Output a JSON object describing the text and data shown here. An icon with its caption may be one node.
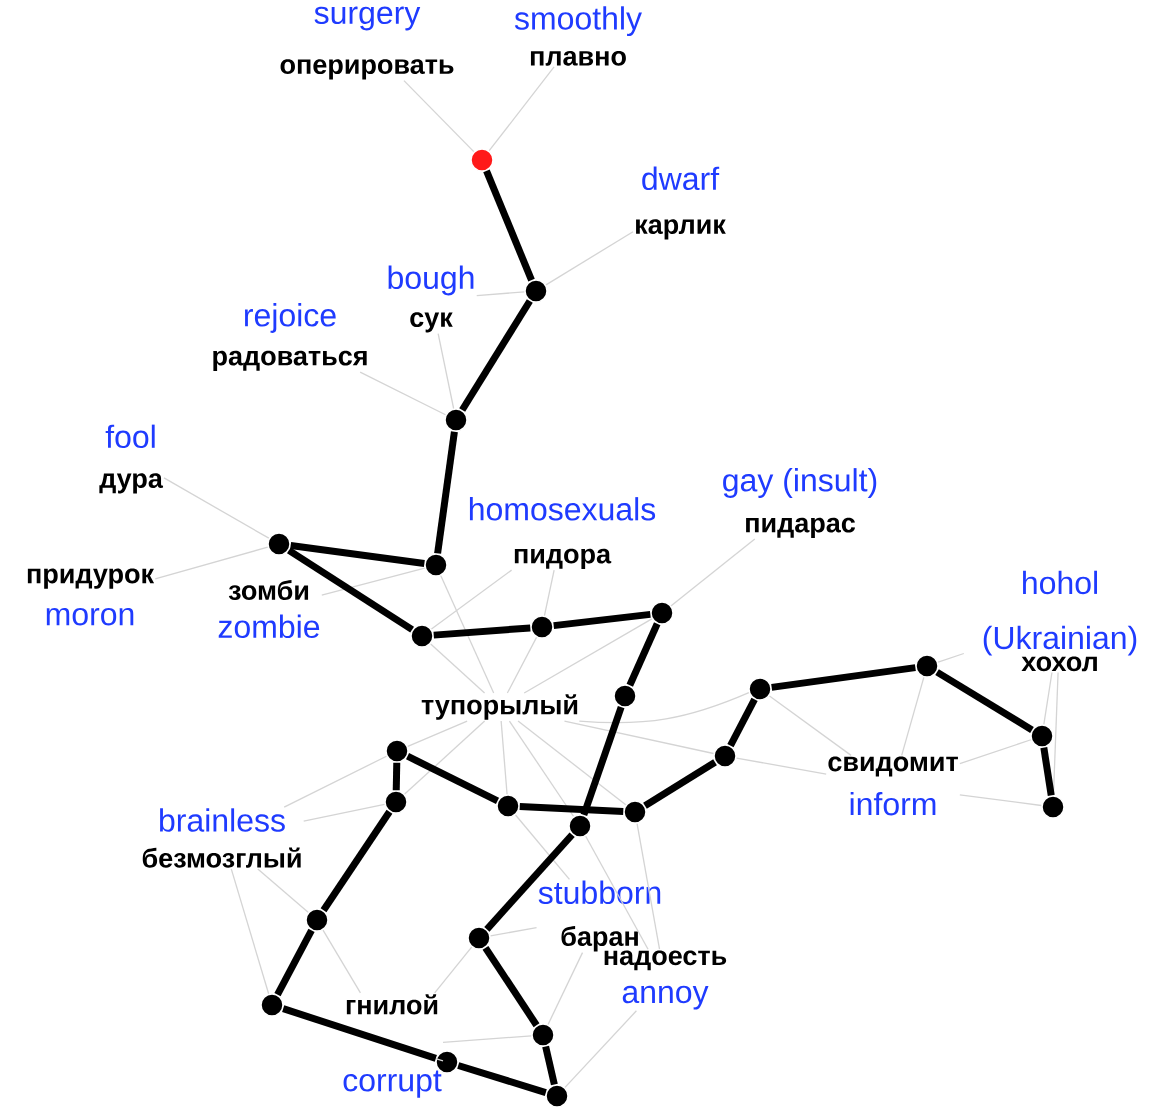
{
  "diagram": {
    "nodes": [
      {
        "text": [
          "surgery",
          "оперировать"
        ]
      },
      {
        "text": [
          "smoothly",
          "плавно"
        ]
      },
      {
        "text": [
          "dwarf",
          "карлик"
        ]
      },
      {
        "text": [
          "bough",
          "сук"
        ]
      },
      {
        "text": [
          "rejoice",
          "радоваться"
        ]
      },
      {
        "text": [
          "fool",
          "дура"
        ]
      },
      {
        "text": [
          "придурок",
          "moron"
        ]
      },
      {
        "text": [
          "зомби",
          "zombie"
        ]
      },
      {
        "text": [
          "homosexuals",
          "пидора"
        ]
      },
      {
        "text": [
          "gay (insult)",
          "пидарас"
        ]
      },
      {
        "text": [
          "hohol (Ukrainian)",
          "хохол"
        ]
      },
      {
        "text": [
          "тупорылый"
        ]
      },
      {
        "text": [
          "свидомит",
          "inform"
        ]
      },
      {
        "text": [
          "brainless",
          "безмозглый"
        ]
      },
      {
        "text": [
          "stubborn",
          "баран"
        ]
      },
      {
        "text": [
          "надоесть",
          "annoy"
        ]
      },
      {
        "text": [
          "гнилой",
          "corrupt"
        ]
      },
      {
        "text": [],
        "shape": "circle"
      },
      {
        "text": [],
        "shape": "circle"
      },
      {
        "text": [],
        "shape": "circle"
      },
      {
        "text": [],
        "shape": "circle"
      },
      {
        "text": [],
        "shape": "circle"
      },
      {
        "text": [],
        "shape": "circle"
      },
      {
        "text": [],
        "shape": "circle"
      },
      {
        "text": [],
        "shape": "circle"
      },
      {
        "text": [],
        "shape": "circle"
      },
      {
        "text": [],
        "shape": "circle"
      },
      {
        "text": [],
        "shape": "circle"
      },
      {
        "text": [],
        "shape": "circle"
      },
      {
        "text": [],
        "shape": "circle"
      },
      {
        "text": [],
        "shape": "circle"
      },
      {
        "text": [],
        "shape": "circle"
      },
      {
        "text": [],
        "shape": "circle"
      },
      {
        "text": [],
        "shape": "circle"
      },
      {
        "text": [],
        "shape": "circle"
      },
      {
        "text": [],
        "shape": "circle"
      },
      {
        "text": [],
        "shape": "circle"
      },
      {
        "text": [],
        "shape": "circle"
      },
      {
        "text": [],
        "shape": "circle"
      },
      {
        "text": [],
        "shape": "circle"
      },
      {
        "text": [],
        "shape": "circle"
      },
      {
        "text": [],
        "shape": "circle"
      }
    ],
    "edges": [
      {
        "from": 17,
        "to": 0,
        "arrow": "none"
      },
      {
        "from": 17,
        "to": 1,
        "arrow": "none"
      },
      {
        "from": 18,
        "to": 2,
        "arrow": "none"
      },
      {
        "from": 18,
        "to": 3,
        "arrow": "none"
      },
      {
        "from": 19,
        "to": 3,
        "arrow": "none"
      },
      {
        "from": 19,
        "to": 4,
        "arrow": "none"
      },
      {
        "from": 20,
        "to": 5,
        "arrow": "none"
      },
      {
        "from": 20,
        "to": 6,
        "arrow": "none"
      },
      {
        "from": 21,
        "to": 7,
        "arrow": "none"
      },
      {
        "from": 24,
        "to": 8,
        "arrow": "none"
      },
      {
        "from": 23,
        "to": 8,
        "arrow": "none"
      },
      {
        "from": 22,
        "to": 9,
        "arrow": "none"
      },
      {
        "from": 21,
        "to": 11,
        "arrow": "none"
      },
      {
        "from": 24,
        "to": 11,
        "arrow": "none"
      },
      {
        "from": 23,
        "to": 11,
        "arrow": "none"
      },
      {
        "from": 22,
        "to": 11,
        "arrow": "none"
      },
      {
        "from": 26,
        "to": 11,
        "arrow": "none"
      },
      {
        "from": 29,
        "to": 11,
        "arrow": "none"
      },
      {
        "from": 31,
        "to": 11,
        "arrow": "none"
      },
      {
        "from": 32,
        "to": 11,
        "arrow": "none"
      },
      {
        "from": 35,
        "to": 11,
        "arrow": "none"
      },
      {
        "from": 34,
        "to": 11,
        "arrow": "none"
      },
      {
        "from": 30,
        "to": 11,
        "arrow": "none"
      },
      {
        "from": 25,
        "to": 10,
        "arrow": "none"
      },
      {
        "from": 28,
        "to": 10,
        "arrow": "none"
      },
      {
        "from": 33,
        "to": 10,
        "arrow": "none"
      },
      {
        "from": 25,
        "to": 12,
        "arrow": "none"
      },
      {
        "from": 26,
        "to": 12,
        "arrow": "none"
      },
      {
        "from": 30,
        "to": 12,
        "arrow": "none"
      },
      {
        "from": 28,
        "to": 12,
        "arrow": "none"
      },
      {
        "from": 33,
        "to": 12,
        "arrow": "none"
      },
      {
        "from": 29,
        "to": 13,
        "arrow": "none"
      },
      {
        "from": 31,
        "to": 13,
        "arrow": "none"
      },
      {
        "from": 36,
        "to": 13,
        "arrow": "none"
      },
      {
        "from": 38,
        "to": 13,
        "arrow": "none"
      },
      {
        "from": 36,
        "to": 16,
        "arrow": "none"
      },
      {
        "from": 37,
        "to": 16,
        "arrow": "none"
      },
      {
        "from": 39,
        "to": 16,
        "arrow": "none"
      },
      {
        "from": 40,
        "to": 16,
        "arrow": "none"
      },
      {
        "from": 37,
        "to": 14,
        "arrow": "none"
      },
      {
        "from": 32,
        "to": 14,
        "arrow": "none"
      },
      {
        "from": 39,
        "to": 14,
        "arrow": "none"
      },
      {
        "from": 35,
        "to": 15,
        "arrow": "none"
      },
      {
        "from": 34,
        "to": 15,
        "arrow": "none"
      },
      {
        "from": 41,
        "to": 15,
        "arrow": "none"
      },
      {
        "from": 17,
        "to": 18,
        "arrow": "none",
        "style": "thick",
        "color": "#000000"
      },
      {
        "from": 18,
        "to": 19,
        "arrow": "none",
        "style": "thick",
        "color": "#000000"
      },
      {
        "from": 19,
        "to": 21,
        "arrow": "none",
        "style": "thick",
        "color": "#000000"
      },
      {
        "from": 21,
        "to": 20,
        "arrow": "none",
        "style": "thick",
        "color": "#000000"
      },
      {
        "from": 20,
        "to": 24,
        "arrow": "none",
        "style": "thick",
        "color": "#000000"
      },
      {
        "from": 24,
        "to": 23,
        "arrow": "none",
        "style": "thick",
        "color": "#000000"
      },
      {
        "from": 23,
        "to": 22,
        "arrow": "none",
        "style": "thick",
        "color": "#000000"
      },
      {
        "from": 22,
        "to": 27,
        "arrow": "none",
        "style": "thick",
        "color": "#000000"
      },
      {
        "from": 27,
        "to": 35,
        "arrow": "none",
        "style": "thick",
        "color": "#000000"
      },
      {
        "from": 29,
        "to": 32,
        "arrow": "none",
        "style": "thick",
        "color": "#000000"
      },
      {
        "from": 32,
        "to": 34,
        "arrow": "none",
        "style": "thick",
        "color": "#000000"
      },
      {
        "from": 29,
        "to": 31,
        "arrow": "none",
        "style": "thick",
        "color": "#000000"
      },
      {
        "from": 31,
        "to": 36,
        "arrow": "none",
        "style": "thick",
        "color": "#000000"
      },
      {
        "from": 36,
        "to": 38,
        "arrow": "none",
        "style": "thick",
        "color": "#000000"
      },
      {
        "from": 38,
        "to": 40,
        "arrow": "none",
        "style": "thick",
        "color": "#000000"
      },
      {
        "from": 40,
        "to": 41,
        "arrow": "none",
        "style": "thick",
        "color": "#000000"
      },
      {
        "from": 41,
        "to": 39,
        "arrow": "none",
        "style": "thick",
        "color": "#000000"
      },
      {
        "from": 39,
        "to": 37,
        "arrow": "none",
        "style": "thick",
        "color": "#000000"
      },
      {
        "from": 37,
        "to": 35,
        "arrow": "none",
        "style": "thick",
        "color": "#000000"
      },
      {
        "from": 34,
        "to": 30,
        "arrow": "none",
        "style": "thick",
        "color": "#000000"
      },
      {
        "from": 30,
        "to": 26,
        "arrow": "none",
        "style": "thick",
        "color": "#000000"
      },
      {
        "from": 26,
        "to": 25,
        "arrow": "none",
        "style": "thick",
        "color": "#000000"
      },
      {
        "from": 25,
        "to": 28,
        "arrow": "none",
        "style": "thick",
        "color": "#000000"
      },
      {
        "from": 28,
        "to": 33,
        "arrow": "none",
        "style": "thick",
        "color": "#000000"
      }
    ]
  }
}
